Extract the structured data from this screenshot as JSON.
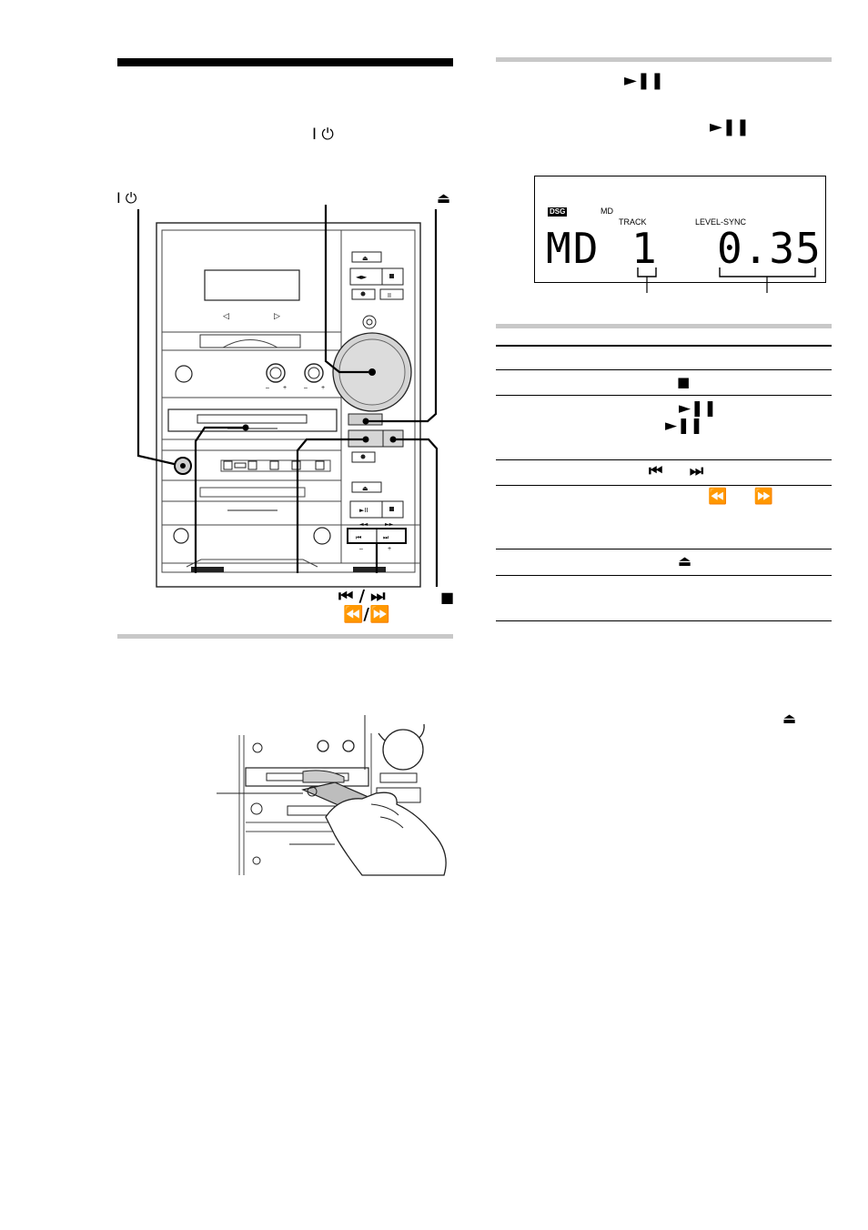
{
  "left": {
    "power_symbol": "I ⏻",
    "device_labels": {
      "power": "I ⏻",
      "eject": "⏏",
      "skip": "⏮ / ⏭",
      "search": "⏪/⏩",
      "stop": "■"
    }
  },
  "right": {
    "play_pause_symbol_1": "►❚❚",
    "play_pause_symbol_2": "►❚❚",
    "display": {
      "dsg": "DSG",
      "md_small": "MD",
      "track_label": "TRACK",
      "level_sync_label": "LEVEL-SYNC",
      "source": "MD",
      "track_number": "1",
      "time": "0.35"
    },
    "table_rows": [
      {
        "symbols": "■"
      },
      {
        "symbols": "►❚❚",
        "symbols_2": "►❚❚"
      },
      {
        "symbols": "⏮     ⏭"
      },
      {
        "symbols": "⏪     ⏩"
      },
      {
        "symbols": "⏏"
      },
      {
        "symbols": ""
      }
    ],
    "eject_symbol": "⏏"
  },
  "colors": {
    "rule_black": "#000000",
    "rule_gray": "#c8c8c8",
    "dial_gray": "#d4d4d4"
  }
}
